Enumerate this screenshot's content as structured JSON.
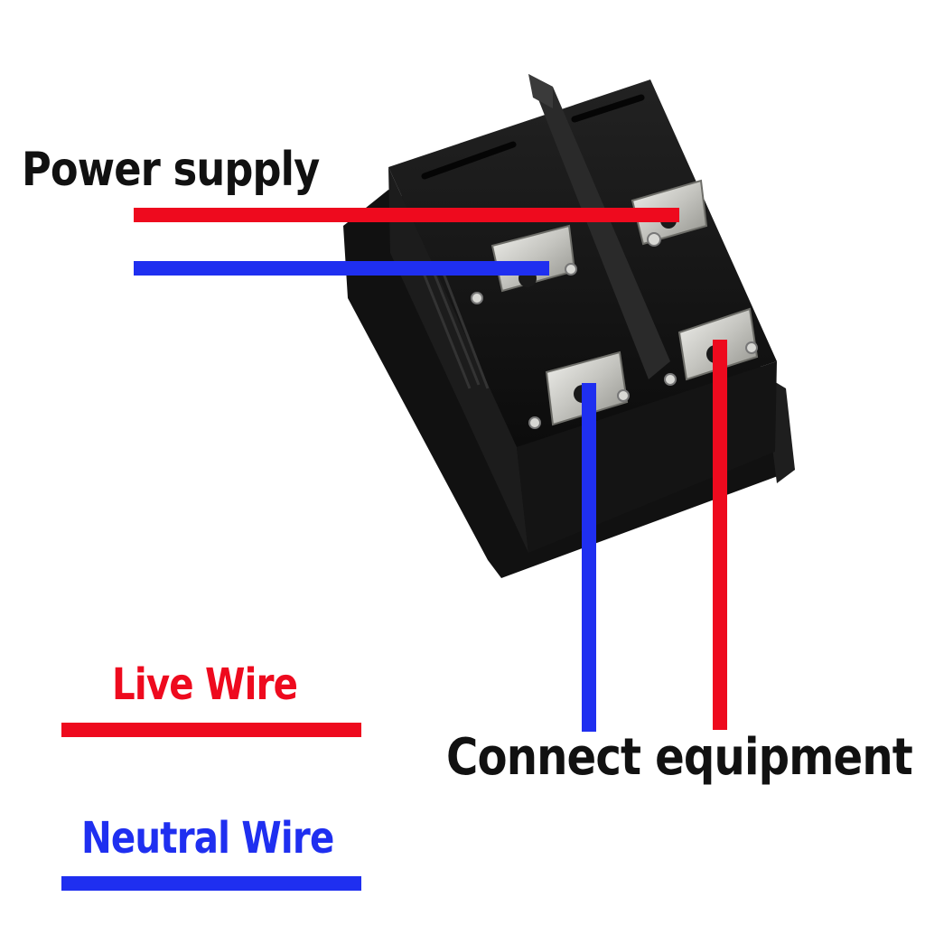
{
  "labels": {
    "power_supply": "Power supply",
    "connect_equipment": "Connect equipment"
  },
  "legend": {
    "live_label": "Live  Wire",
    "neutral_label": "Neutral  Wire"
  },
  "colors": {
    "live": "#ee0a1e",
    "neutral": "#1f2ff0",
    "switch_body": "#161616",
    "terminal": "#c9c9c4"
  }
}
